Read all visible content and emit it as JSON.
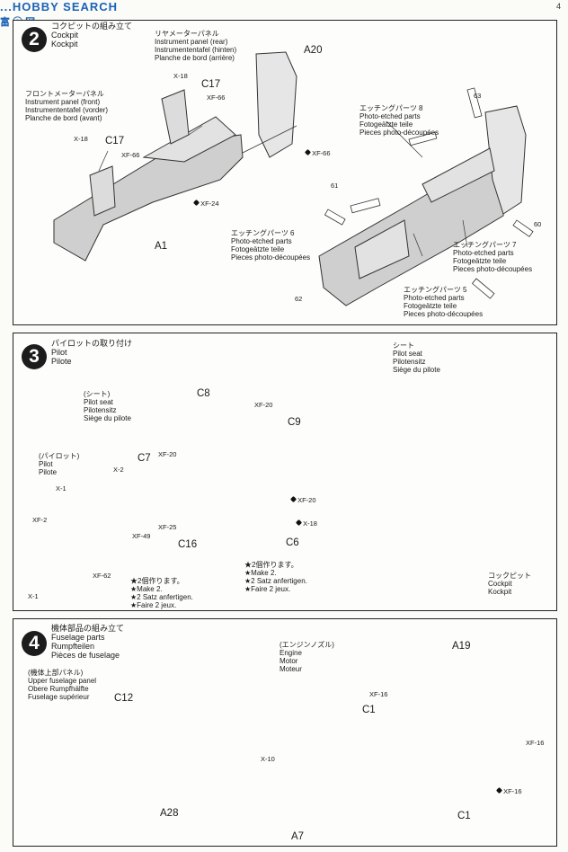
{
  "watermark": {
    "line1": "...HOBBY SEARCH",
    "line2": "富 ⓢ 网"
  },
  "page_number": "4",
  "steps": [
    {
      "number": "2",
      "heading": {
        "jp": "コクピットの組み立て",
        "en": "Cockpit",
        "de": "Kockpit"
      },
      "rear_panel": {
        "jp": "リヤメーターパネル",
        "en": "Instrument panel (rear)",
        "de": "Instrumententafel (hinten)",
        "fr": "Planche de bord (arrière)"
      },
      "front_panel": {
        "jp": "フロントメーターパネル",
        "en": "Instrument panel (front)",
        "de": "Instrumententafel (vorder)",
        "fr": "Planche de bord (avant)"
      },
      "pe8": {
        "jp": "エッチングパーツ 8",
        "en": "Photo-etched parts",
        "de": "Fotogeätzte teile",
        "fr": "Pieces photo-découpées"
      },
      "pe6": {
        "jp": "エッチングパーツ 6",
        "en": "Photo-etched parts",
        "de": "Fotogeätzte teile",
        "fr": "Pieces photo-découpées"
      },
      "pe7": {
        "jp": "エッチングパーツ 7",
        "en": "Photo-etched parts",
        "de": "Fotogeätzte teile",
        "fr": "Pieces photo-découpées"
      },
      "pe5": {
        "jp": "エッチングパーツ 5",
        "en": "Photo-etched parts",
        "de": "Fotogeätzte teile",
        "fr": "Pieces photo-découpées"
      },
      "parts": {
        "a20": "A20",
        "c17a": "C17",
        "c17b": "C17",
        "a1": "A1",
        "x18a": "X-18",
        "x18b": "X-18",
        "xf66a": "XF-66",
        "xf66b": "XF-66",
        "xf66c": "XF-66",
        "xf24": "XF-24",
        "p63": "63",
        "p60": "60",
        "p61": "61",
        "p62": "62"
      }
    },
    {
      "number": "3",
      "heading": {
        "jp": "パイロットの取り付け",
        "en": "Pilot",
        "de": "Pilote"
      },
      "seat": {
        "jp": "(シート)",
        "en": "Pilot seat",
        "de": "Pilotensitz",
        "fr": "Siège du pilote"
      },
      "pilot": {
        "jp": "(パイロット)",
        "en": "Pilot",
        "de": "Pilote"
      },
      "seat_right": {
        "jp": "シート",
        "en": "Pilot seat",
        "de": "Pilotensitz",
        "fr": "Siège du pilote"
      },
      "cockpit_right": {
        "jp": "コックピット",
        "en": "Cockpit",
        "de": "Kockpit"
      },
      "make2_a": {
        "jp": "★2個作ります。",
        "en": "★Make 2.",
        "de": "★2 Satz anfertigen.",
        "fr": "★Faire 2 jeux."
      },
      "make2_b": {
        "jp": "★2個作ります。",
        "en": "★Make 2.",
        "de": "★2 Satz anfertigen.",
        "fr": "★Faire 2 jeux."
      },
      "parts": {
        "c8": "C8",
        "c9": "C9",
        "c7": "C7",
        "c16": "C16",
        "c6": "C6",
        "xf20a": "XF-20",
        "xf20b": "XF-20",
        "xf20c": "XF-20",
        "xf25": "XF-25",
        "x18": "X-18",
        "x2": "X-2",
        "x1a": "X-1",
        "x1b": "X-1",
        "xf2": "XF-2",
        "xf49": "XF-49",
        "xf62": "XF-62"
      }
    },
    {
      "number": "4",
      "heading": {
        "jp": "機体部品の組み立て",
        "en": "Fuselage parts",
        "de": "Rumpfteilen",
        "fr": "Pièces de fuselage"
      },
      "upper": {
        "jp": "(機体上部パネル)",
        "en": "Upper fuselage panel",
        "de": "Obere Rumpfhälfte",
        "fr": "Fuselage supérieur"
      },
      "engine": {
        "jp": "(エンジンノズル)",
        "en": "Engine",
        "de": "Motor",
        "fr": "Moteur"
      },
      "parts": {
        "c12": "C12",
        "a28": "A28",
        "a19": "A19",
        "c1a": "C1",
        "c1b": "C1",
        "a7": "A7",
        "x10": "X-10",
        "xf16a": "XF-16",
        "xf16b": "XF-16",
        "xf16c": "XF-16"
      }
    }
  ]
}
